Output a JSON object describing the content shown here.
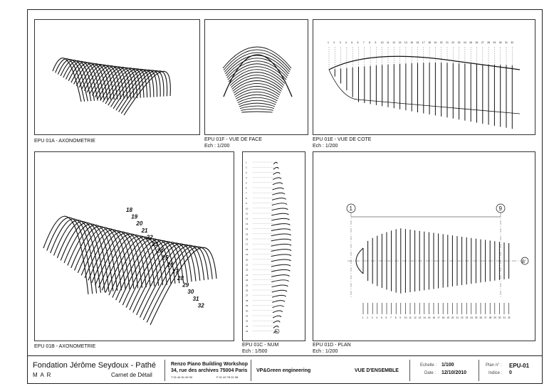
{
  "panels": {
    "a": {
      "title": "EPU 01A - AXONOMETRIE"
    },
    "f": {
      "title": "EPU 01F - VUE DE FACE",
      "scale": "Ech : 1/200"
    },
    "e": {
      "title": "EPU 01E - VUE DE COTE",
      "scale": "Ech : 1/200"
    },
    "b": {
      "title": "EPU 01B - AXONOMETRIE",
      "rib_labels": [
        "18",
        "19",
        "20",
        "21",
        "22",
        "23",
        "24",
        "25",
        "26",
        "27",
        "28",
        "29",
        "30",
        "31",
        "32"
      ]
    },
    "c": {
      "title": "EPU 01C - NUM",
      "scale": "Ech : 1/500"
    },
    "d": {
      "title": "EPU 01D - PLAN",
      "scale": "Ech : 1/200",
      "grid_start": "1",
      "grid_end": "9",
      "grid_side": "B'"
    }
  },
  "titleblock": {
    "project": "Fondation Jérôme Seydoux - Pathé",
    "client": "M A R",
    "phase": "Carnet de Détail",
    "architect": "Renzo Piano Building Workshop",
    "address": "34, rue des archives 75004 Paris",
    "tel": "T 01 44 61 49 00",
    "fax": "F 01 42 78 01 98",
    "engineer": "VP&Green engineering",
    "sheet_title": "VUE D'ENSEMBLE",
    "scale_label": "Echelle :",
    "scale_value": "1/100",
    "date_label": "Date :",
    "date_value": "12/10/2010",
    "plan_label": "Plan n° :",
    "plan_value": "EPU-01",
    "index_label": "Indice :",
    "index_value": "0"
  }
}
